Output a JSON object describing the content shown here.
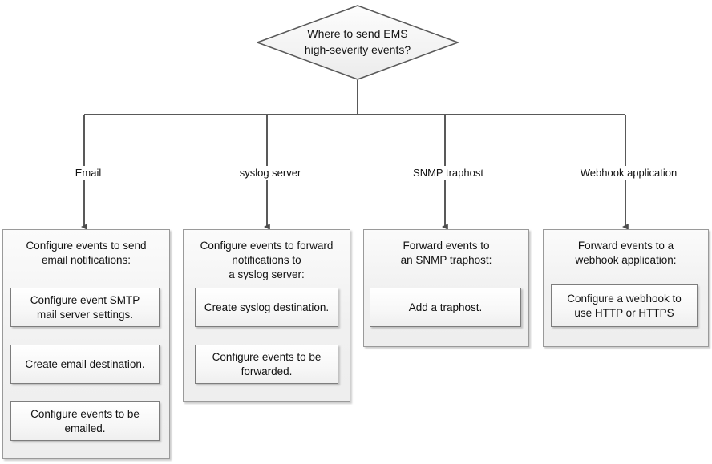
{
  "diagram": {
    "title": "Where to send EMS high-severity events?",
    "decision": {
      "text": "Where to send EMS\nhigh-severity events?",
      "shape": "diamond"
    },
    "colors": {
      "line": "#595959",
      "panel_border": "#9a9a9a",
      "box_border": "#7d7d7d",
      "panel_fill": "#f0f0f0",
      "box_fill": "#f7f7f7",
      "text": "#111111"
    },
    "branches": [
      {
        "label": "Email",
        "panel_title": "Configure events to send\nemail notifications:",
        "steps": [
          "Configure event SMTP\nmail server settings.",
          "Create email destination.",
          "Configure events to be\nemailed."
        ]
      },
      {
        "label": "syslog server",
        "panel_title": "Configure events to forward\nnotifications to\na syslog server:",
        "steps": [
          "Create syslog destination.",
          "Configure events to be\nforwarded."
        ]
      },
      {
        "label": "SNMP traphost",
        "panel_title": "Forward events  to\nan SNMP traphost:",
        "steps": [
          "Add a traphost."
        ]
      },
      {
        "label": "Webhook application",
        "panel_title": "Forward events to a\nwebhook application:",
        "steps": [
          "Configure a webhook to\nuse HTTP or HTTPS"
        ]
      }
    ]
  }
}
